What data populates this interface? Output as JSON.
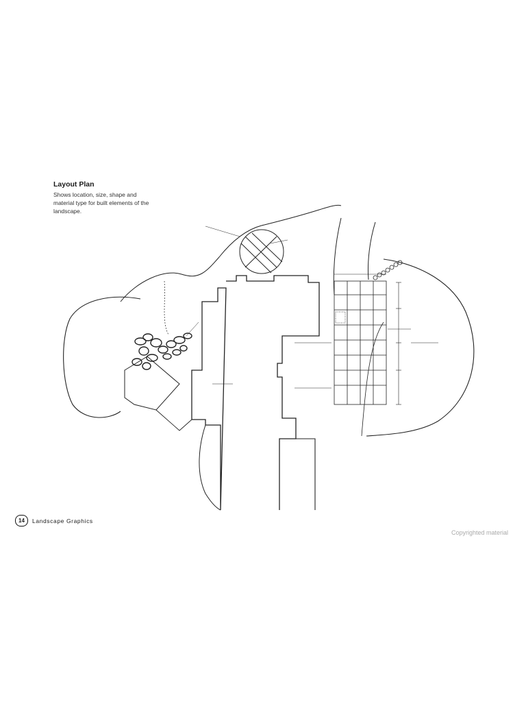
{
  "caption": {
    "title": "Layout Plan",
    "body": "Shows location, size, shape and material type for built elements of the landscape."
  },
  "footer": {
    "page_number": "14",
    "running_head": "Landscape Graphics"
  },
  "copyright": "Copyrighted material"
}
